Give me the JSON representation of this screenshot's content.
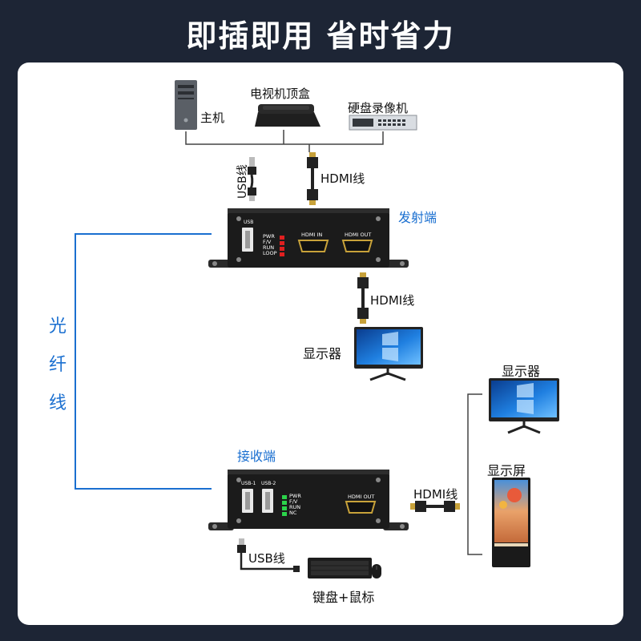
{
  "title": "即插即用 省时省力",
  "devices": {
    "host": "主机",
    "settop": "电视机顶盒",
    "nvr": "硬盘录像机"
  },
  "cables": {
    "usb_top": "USB线",
    "hdmi_top": "HDMI线",
    "hdmi_mid": "HDMI线",
    "hdmi_right": "HDMI线",
    "usb_bottom": "USB线"
  },
  "transmitter": {
    "label": "发射端",
    "usb_port": "USB",
    "leds": [
      "PWR",
      "F/V",
      "RUN",
      "LOOP"
    ],
    "hdmi_in": "HDMI IN",
    "hdmi_out": "HDMI OUT",
    "led_color": "#e02020"
  },
  "receiver": {
    "label": "接收端",
    "usb1": "USB-1",
    "usb2": "USB-2",
    "leds": [
      "PWR",
      "F/V",
      "RUN",
      "NC"
    ],
    "hdmi_out": "HDMI OUT",
    "led_color": "#2bd34a"
  },
  "fiber": [
    "光",
    "纤",
    "线"
  ],
  "displays": {
    "monitor_mid": "显示器",
    "monitor_right": "显示器",
    "signage": "显示屏"
  },
  "peripherals": "键盘+鼠标",
  "colors": {
    "accent": "#1a6fd0",
    "background": "#1d2535"
  }
}
